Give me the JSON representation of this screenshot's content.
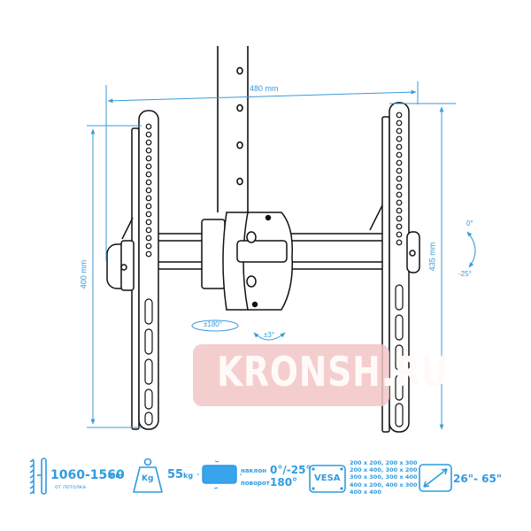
{
  "diagram": {
    "subject": "ceiling TV mount",
    "dimensions": {
      "width": "480 mm",
      "height_left": "400 mm",
      "height_right": "435 mm"
    },
    "rotation": {
      "swivel": "±180°",
      "level": "±3°",
      "tilt_top": "0°",
      "tilt_bottom": "-25°"
    },
    "watermark": "KRONSH.RU",
    "colors": {
      "accent": "#2f9be0",
      "line": "#111111",
      "watermark_bg": "#f2c6c6"
    }
  },
  "specs": {
    "drop": {
      "icon": "ceiling-drop-icon",
      "value": "1060-1560",
      "unit": "mm",
      "note": "от потолка"
    },
    "load": {
      "icon": "weight-icon",
      "icon_label": "Kg",
      "value": "55",
      "unit": "kg"
    },
    "tilt_swivel": {
      "icon": "tilt-screen-icon",
      "tilt_label": "наклон",
      "tilt_value": "0°/-25°",
      "swivel_label": "поворот",
      "swivel_value": "180°"
    },
    "vesa": {
      "icon_label": "VESA",
      "sizes": [
        "200 x 200, 200 x 300",
        "200 x 400, 300 x 200",
        "300 x 300, 300 x 400",
        "400 x 200, 400 x 300",
        "400 x 400"
      ]
    },
    "screen": {
      "icon": "diagonal-arrow-icon",
      "value": "26\"- 65\""
    }
  }
}
